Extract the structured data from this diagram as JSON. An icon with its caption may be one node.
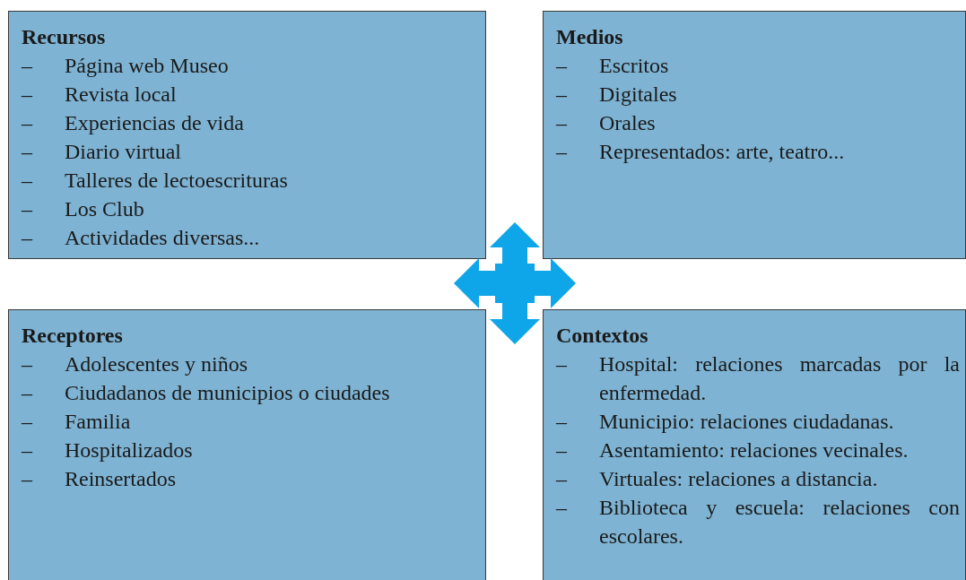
{
  "diagram": {
    "nodes": [
      {
        "text": [
          "Recursos",
          "– Página web Museo",
          "– Revista local",
          "– Experiencias de vida",
          "– Diario virtual",
          "– Talleres de lectoescrituras",
          "– Los Club",
          "– Actividades diversas..."
        ]
      },
      {
        "text": [
          "Medios",
          "– Escritos",
          "– Digitales",
          "– Orales",
          "– Representados: arte, teatro..."
        ]
      },
      {
        "text": [
          "Receptores",
          "– Adolescentes y niños",
          "– Ciudadanos de municipios o ciudades",
          "– Familia",
          "– Hospitalizados",
          "– Reinsertados"
        ]
      },
      {
        "text": [
          "Contextos",
          "– Hospital: relaciones marcadas por la enfermedad.",
          "– Municipio: relaciones ciudadanas.",
          "– Asentamiento: relaciones vecinales.",
          "– Virtuales: relaciones a distancia.",
          "– Biblioteca y escuela: relaciones con escolares."
        ]
      }
    ]
  }
}
